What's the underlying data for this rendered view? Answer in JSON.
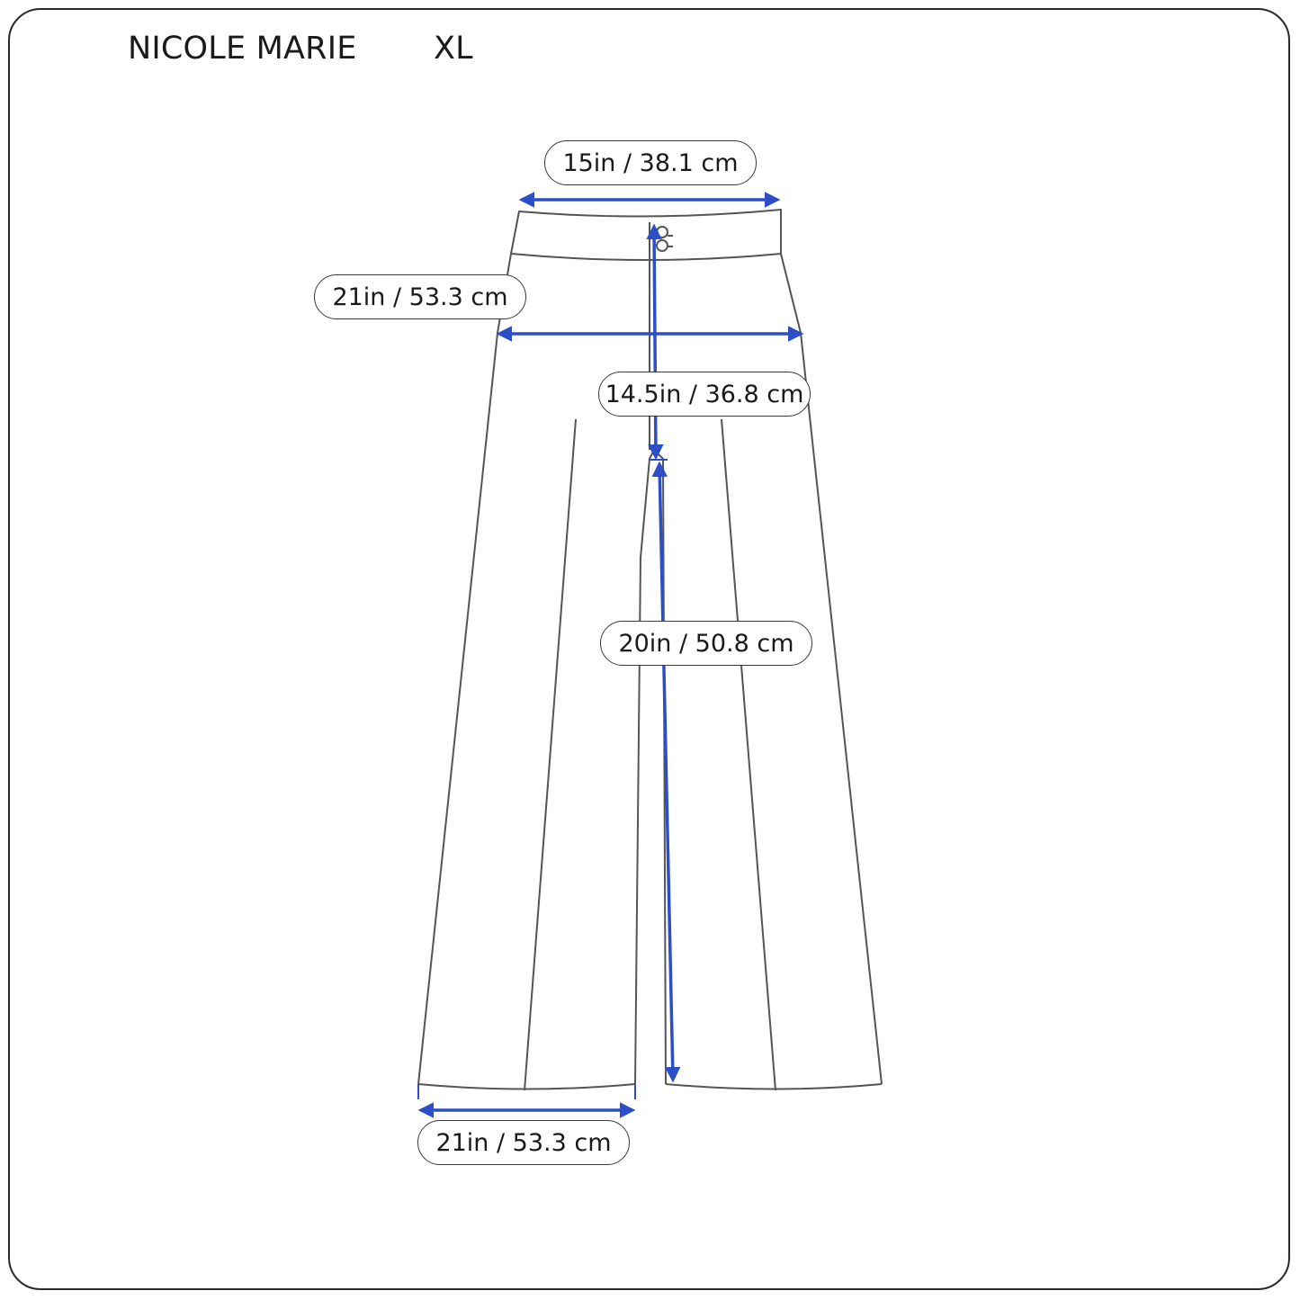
{
  "header": {
    "brand": "NICOLE MARIE",
    "size": "XL"
  },
  "measurements": {
    "waist": "15in / 38.1 cm",
    "hip": "21in / 53.3 cm",
    "rise": "14.5in / 36.8 cm",
    "inseam": "20in / 50.8 cm",
    "leg_opening": "21in / 53.3 cm"
  },
  "colors": {
    "arrow": "#2c4fc7",
    "outline": "#555555"
  }
}
